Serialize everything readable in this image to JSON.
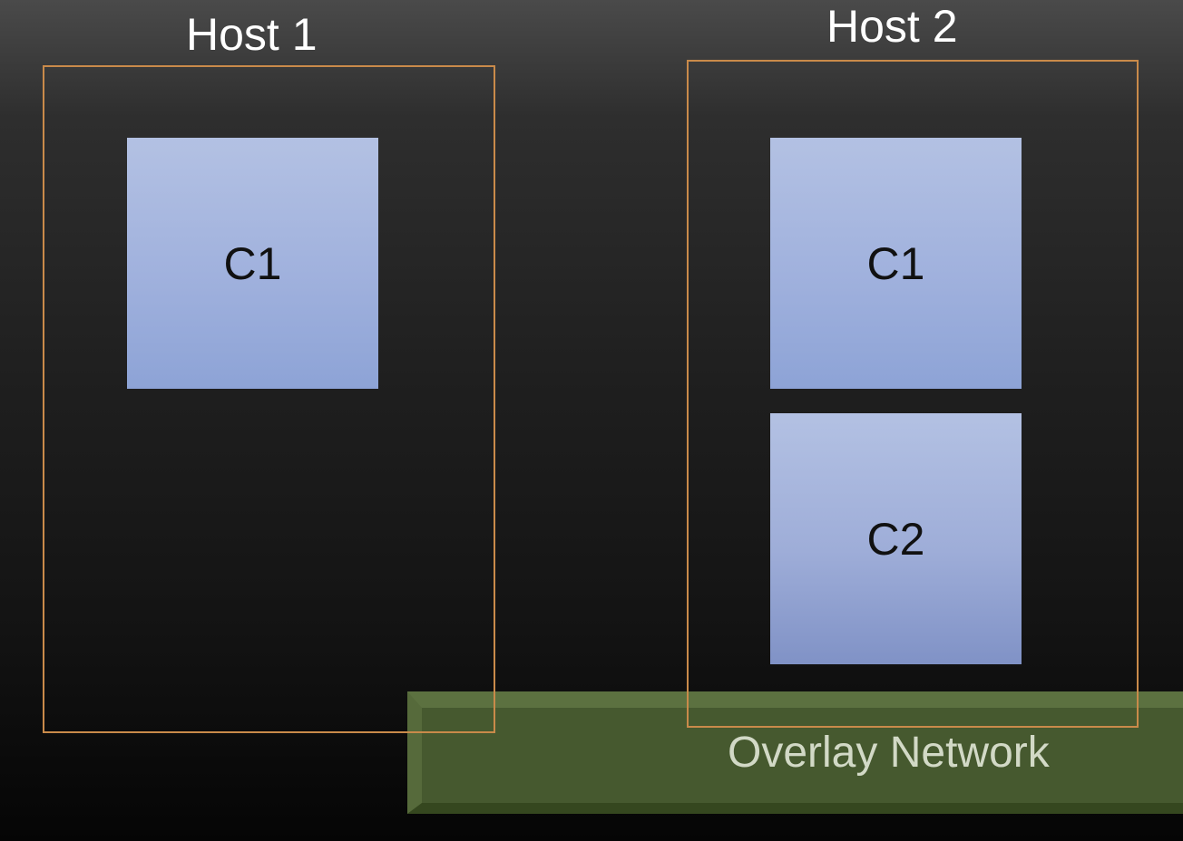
{
  "hosts": [
    {
      "title": "Host 1",
      "containers": [
        "C1"
      ]
    },
    {
      "title": "Host 2",
      "containers": [
        "C1",
        "C2"
      ]
    }
  ],
  "overlay_network": {
    "label": "Overlay Network"
  },
  "colors": {
    "host_border": "#c98a4a",
    "container_fill": "#a0b1dd",
    "overlay_fill": "#46592f"
  }
}
